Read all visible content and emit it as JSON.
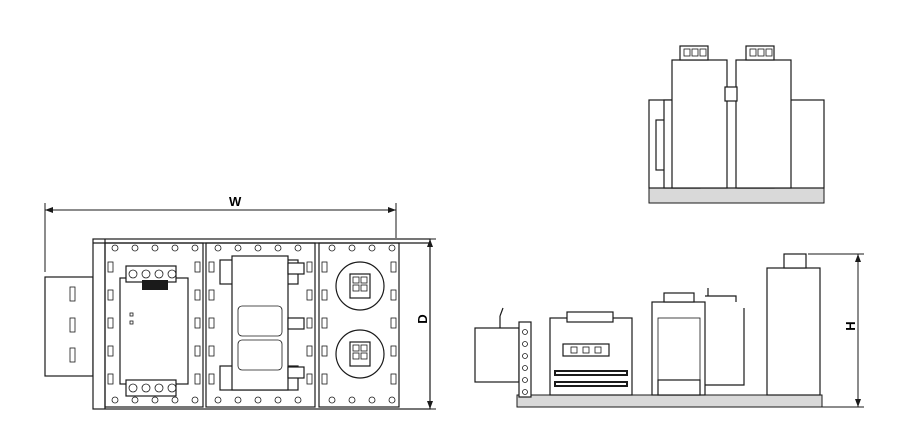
{
  "dimensions": {
    "width_label": "W",
    "depth_label": "D",
    "height_label": "H"
  }
}
